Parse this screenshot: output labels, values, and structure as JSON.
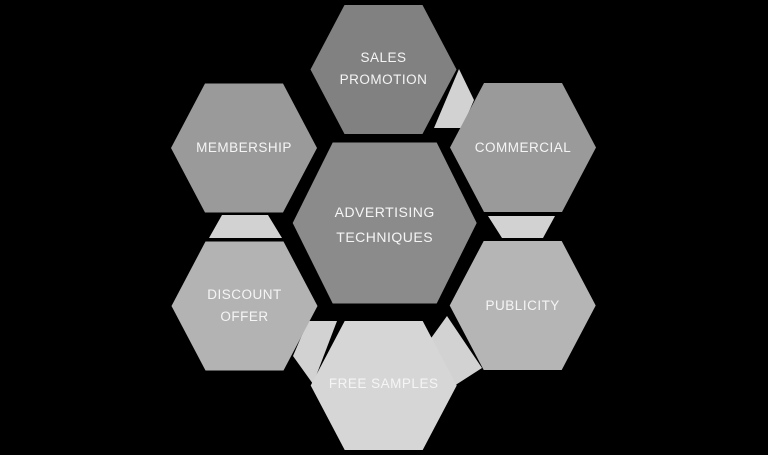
{
  "diagram": {
    "background_color": "#000000",
    "label_color": "#f5f5f5",
    "connector_color": "#d2d2d2",
    "center_node": {
      "line1": "ADVERTISING",
      "line2": "TECHNIQUES",
      "color": "#8b8b8b"
    },
    "nodes": {
      "sales_promotion": {
        "line1": "SALES",
        "line2": "PROMOTION",
        "color": "#818181"
      },
      "membership": {
        "line1": "MEMBERSHIP",
        "color": "#9a9a9a"
      },
      "commercial": {
        "line1": "COMMERCIAL",
        "color": "#9a9a9a"
      },
      "discount_offer": {
        "line1": "DISCOUNT",
        "line2": "OFFER",
        "color": "#b3b3b3"
      },
      "publicity": {
        "line1": "PUBLICITY",
        "color": "#b5b5b5"
      },
      "free_samples": {
        "line1": "FREE SAMPLES",
        "color": "#d6d6d6"
      }
    }
  }
}
